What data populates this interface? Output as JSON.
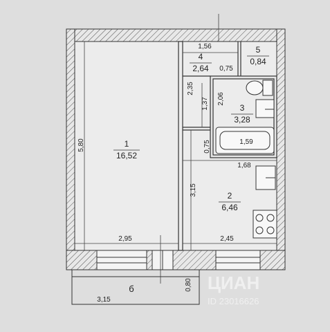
{
  "rooms": [
    {
      "number": "1",
      "area": "16,52"
    },
    {
      "number": "2",
      "area": "6,46"
    },
    {
      "number": "3",
      "area": "3,28"
    },
    {
      "number": "4",
      "area": "2,64"
    },
    {
      "number": "5",
      "area": "0,84"
    }
  ],
  "balcony_label": "б",
  "dimensions": {
    "room1_height": "5,80",
    "room1_width": "2,95",
    "room2_height": "3,15",
    "room2_width": "2,45",
    "hall_width": "1,56",
    "hall_height": "2,35",
    "hall_lower": "1,37",
    "toilet_width": "0,75",
    "bath_height": "2,06",
    "bath_length": "1,59",
    "kitchen_width": "1,68",
    "passage_width": "0,75",
    "balcony_length": "3,15",
    "balcony_depth": "0,80"
  },
  "watermark": {
    "brand": "ЦИАН",
    "id": "ID 23016626"
  }
}
